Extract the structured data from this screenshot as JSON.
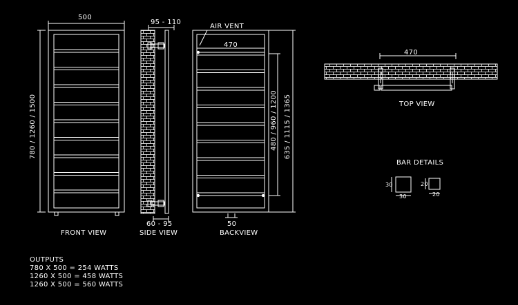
{
  "drawing": {
    "background": "#000000",
    "line_color": "#ffffff",
    "views": {
      "front": {
        "title": "FRONT VIEW",
        "width_dim": "500",
        "height_dim": "780 / 1260 / 1500"
      },
      "side": {
        "title": "SIDE VIEW",
        "depth_top": "95 - 110",
        "depth_bottom": "60 - 95"
      },
      "back": {
        "title": "BACKVIEW",
        "air_vent": "AIR VENT",
        "width_dim": "470",
        "bottom_dim": "50",
        "centres_dim": "480 / 960 / 1200",
        "total_dim": "635 / 1115 / 1365"
      },
      "top": {
        "title": "TOP VIEW",
        "width_dim": "470"
      },
      "bar_details": {
        "title": "BAR DETAILS",
        "bars": [
          {
            "height": "30",
            "width": "30"
          },
          {
            "height": "20",
            "width": "20"
          }
        ]
      }
    },
    "outputs": {
      "title": "OUTPUTS",
      "lines": [
        "780 X 500 = 254 WATTS",
        "1260 X 500 = 458 WATTS",
        "1260 X 500 = 560 WATTS"
      ]
    }
  }
}
